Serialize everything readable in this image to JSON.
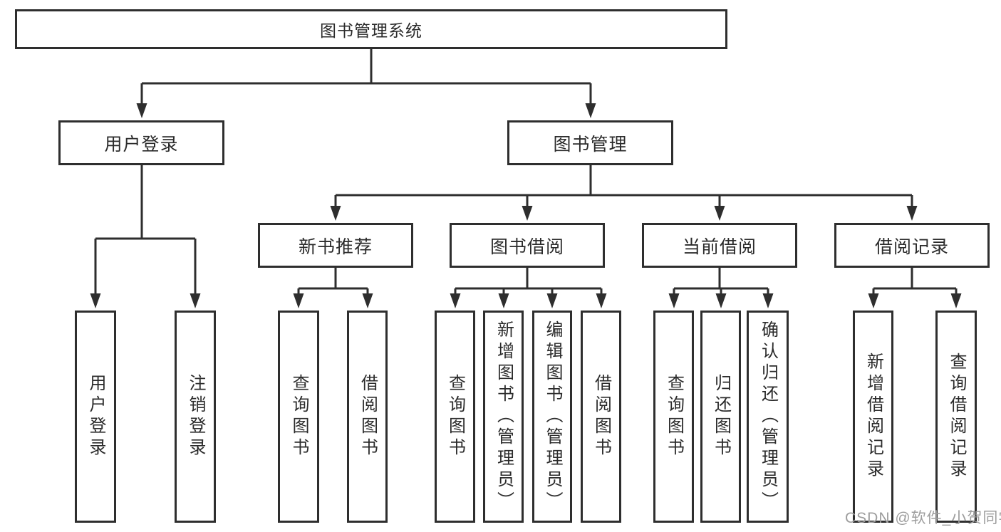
{
  "tree": {
    "root": {
      "label": "图书管理系统"
    },
    "user": {
      "label": "用户登录",
      "leaves": [
        "用户登录",
        "注销登录"
      ]
    },
    "book": {
      "label": "图书管理",
      "sections": [
        {
          "label": "新书推荐",
          "leaves": [
            "查询图书",
            "借阅图书"
          ]
        },
        {
          "label": "图书借阅",
          "leaves": [
            "查询图书",
            "新增图书（管理员）",
            "编辑图书（管理员）",
            "借阅图书"
          ]
        },
        {
          "label": "当前借阅",
          "leaves": [
            "查询图书",
            "归还图书",
            "确认归还（管理员）"
          ]
        },
        {
          "label": "借阅记录",
          "leaves": [
            "新增借阅记录",
            "查询借阅记录"
          ]
        }
      ]
    }
  },
  "watermark": {
    "text": "CSDN @软件_小贺同学"
  },
  "colors": {
    "line": "#2e2e2e",
    "text": "#2b2b2b",
    "watermark": "#9d9d9d",
    "background": "#ffffff"
  }
}
